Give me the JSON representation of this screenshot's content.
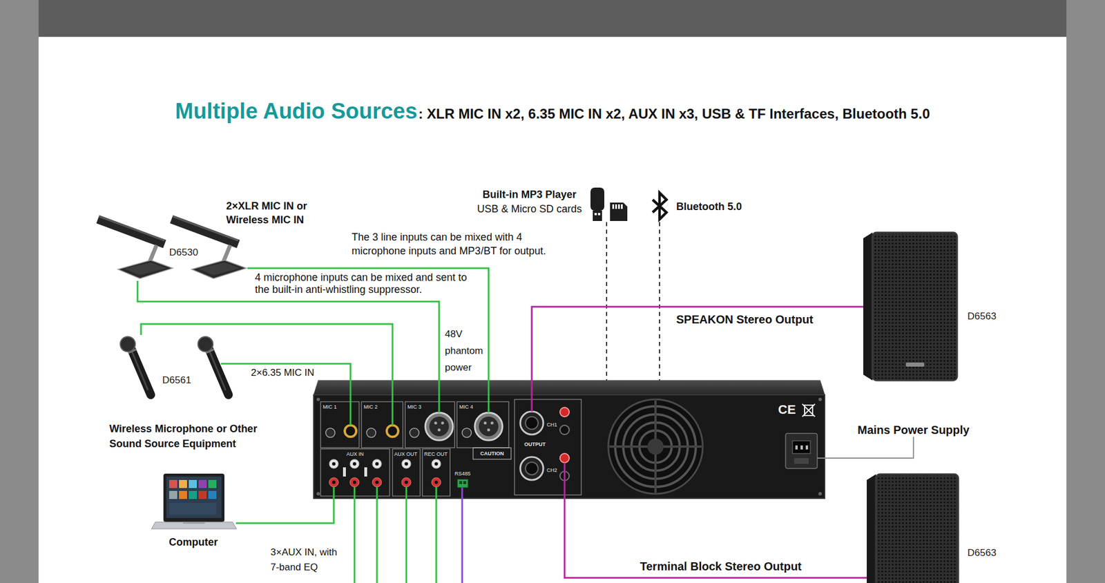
{
  "diagram": {
    "title": "Multiple Audio Sources",
    "nodes": [
      {
        "text": [
          "2×XLR MIC IN or Wireless MIC IN",
          "D6530"
        ]
      },
      {
        "text": [
          "Built-in MP3 Player",
          "USB & Micro SD cards"
        ]
      },
      {
        "text": [
          "Bluetooth 5.0"
        ]
      },
      {
        "text": [
          "D6563"
        ]
      },
      {
        "text": [
          "D6561"
        ]
      },
      {
        "text": [
          "MIC 1",
          "MIC 2",
          "MIC 3",
          "MIC 4",
          "AUX IN",
          "AUX OUT",
          "REC OUT",
          "RS485",
          "CAUTION",
          "OUTPUT",
          "CH1",
          "CH2",
          "CE"
        ]
      },
      {
        "text": [
          "Wireless Microphone or Other Sound Source Equipment",
          "Computer"
        ]
      },
      {
        "text": [
          "Mains Power Supply"
        ]
      },
      {
        "text": [
          "D6563"
        ]
      }
    ],
    "edges": [
      {
        "from": 0,
        "to": 5,
        "arrow": "none"
      },
      {
        "from": 0,
        "to": 5,
        "arrow": "none"
      },
      {
        "from": 4,
        "to": 5,
        "arrow": "none"
      },
      {
        "from": 4,
        "to": 5,
        "label": "2×6.35 MIC IN",
        "arrow": "none"
      },
      {
        "from": 1,
        "to": 5,
        "arrow": "none"
      },
      {
        "from": 2,
        "to": 5,
        "arrow": "none"
      },
      {
        "from": 5,
        "to": 3,
        "label": "SPEAKON Stereo Output",
        "arrow": "none"
      },
      {
        "from": 5,
        "to": 8,
        "label": "Terminal Block Stereo Output",
        "arrow": "none"
      },
      {
        "from": 6,
        "to": 5,
        "arrow": "none"
      },
      {
        "from": 7,
        "to": 5,
        "arrow": "none"
      }
    ],
    "labels": [
      ": XLR MIC IN x2, 6.35 MIC IN x2, AUX IN x3, USB & TF Interfaces, Bluetooth 5.0",
      "The 3 line inputs can be mixed with 4 microphone inputs and MP3/BT for output.",
      "4 microphone inputs can be mixed and sent to the built-in anti-whistling suppressor.",
      "48V phantom power",
      "3×AUX IN, with 7-band EQ"
    ]
  }
}
